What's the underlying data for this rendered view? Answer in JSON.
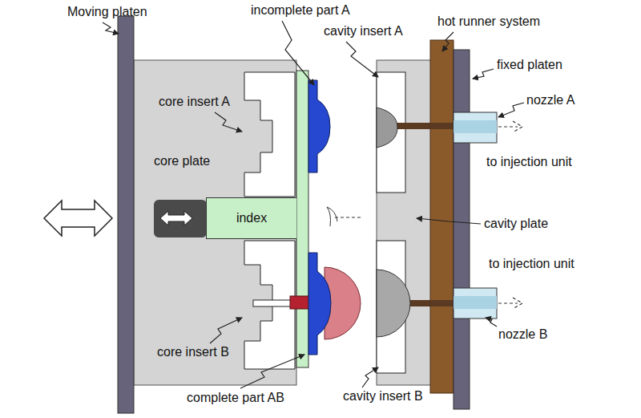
{
  "diagram": {
    "nodes": [
      {
        "text": [
          "index"
        ]
      }
    ],
    "labels": [
      "Moving platen",
      "incomplete part A",
      "cavity insert A",
      "hot runner system",
      "fixed platen",
      "nozzle A",
      "core insert A",
      "core plate",
      "to injection unit",
      "cavity plate",
      "to injection unit",
      "nozzle B",
      "core insert B",
      "complete part AB",
      "cavity insert B"
    ]
  }
}
